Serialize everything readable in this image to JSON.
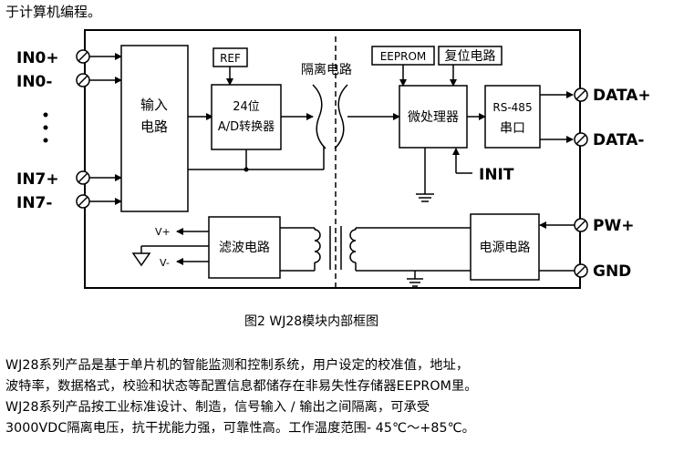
{
  "intro_tail": "于计算机编程。",
  "figure": {
    "pins": {
      "in0_plus": "IN0+",
      "in0_minus": "IN0-",
      "in7_plus": "IN7+",
      "in7_minus": "IN7-",
      "data_plus": "DATA+",
      "data_minus": "DATA-",
      "pw_plus": "PW+",
      "gnd": "GND",
      "init": "INIT"
    },
    "blocks": {
      "input_line1": "输入",
      "input_line2": "电路",
      "ref": "REF",
      "adc_line1": "24位",
      "adc_line2": "A/D转换器",
      "isolation": "隔离电路",
      "eeprom": "EEPROM",
      "reset": "复位电路",
      "mcu": "微处理器",
      "rs485_line1": "RS-485",
      "rs485_line2": "串口",
      "filter": "滤波电路",
      "power": "电源电路",
      "v_plus": "V+",
      "v_minus": "V-"
    },
    "caption": "图2   WJ28模块内部框图"
  },
  "description": [
    "WJ28系列产品是基于单片机的智能监测和控制系统，用户设定的校准值，地址，",
    "波特率，数据格式，校验和状态等配置信息都储存在非易失性存储器EEPROM里。",
    "WJ28系列产品按工业标准设计、制造，信号输入 / 输出之间隔离，可承受",
    "3000VDC隔离电压，抗干扰能力强，可靠性高。工作温度范围- 45℃～+85℃。"
  ]
}
